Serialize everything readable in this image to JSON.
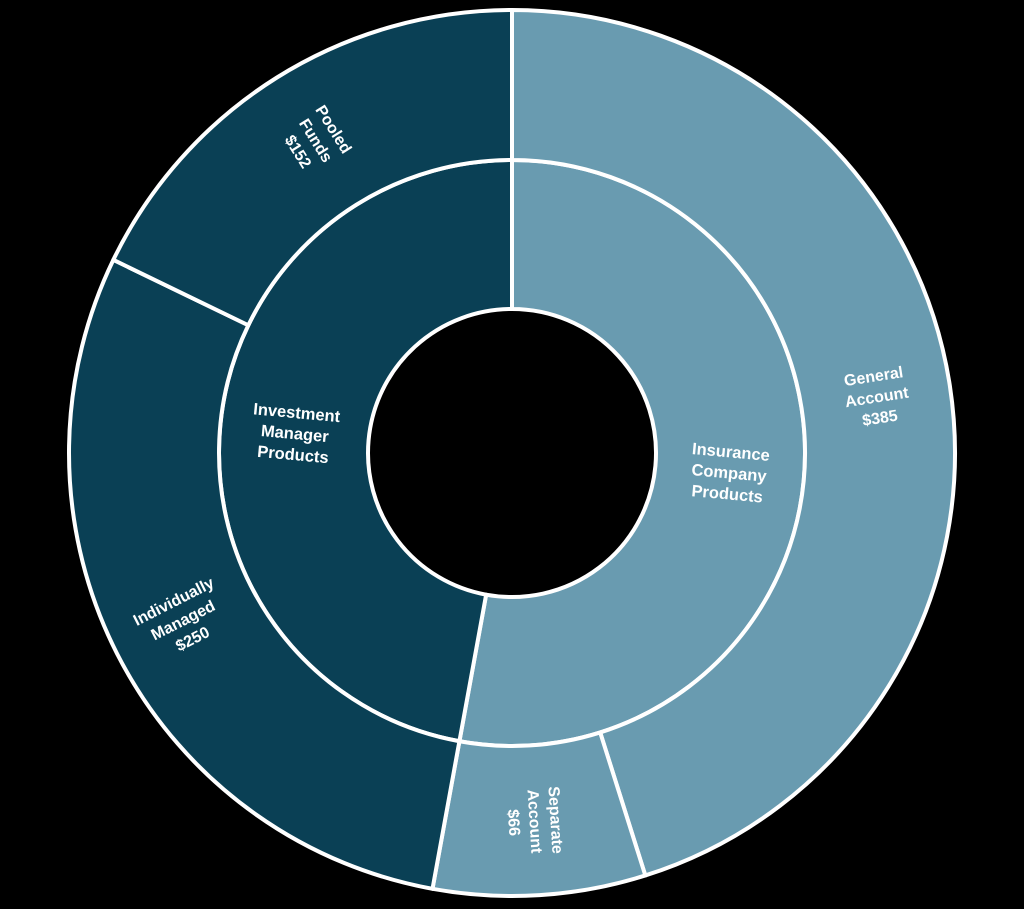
{
  "chart_data": {
    "type": "pie",
    "subtype": "nested-donut-sunburst",
    "background": "#000000",
    "divider_color": "#ffffff",
    "label_color": "#ffffff",
    "total": 853,
    "start_angle": "12-oclock",
    "direction": "clockwise",
    "legend": "none",
    "inner_ring": {
      "name": "product-categories",
      "items": [
        {
          "name": "Insurance Company Products",
          "label_lines": [
            "Insurance",
            "Company",
            "Products"
          ],
          "value": 451,
          "color": "#699bb0"
        },
        {
          "name": "Investment Manager Products",
          "label_lines": [
            "Investment",
            "Manager",
            "Products"
          ],
          "value": 402,
          "color": "#0a4055"
        }
      ]
    },
    "outer_ring": {
      "name": "product-types",
      "items": [
        {
          "name": "General Account",
          "label_lines": [
            "General",
            "Account",
            "$385"
          ],
          "value": 385,
          "display_value": "$385",
          "parent": "Insurance Company Products",
          "color": "#699bb0"
        },
        {
          "name": "Separate Account",
          "label_lines": [
            "Separate",
            "Account",
            "$66"
          ],
          "value": 66,
          "display_value": "$66",
          "parent": "Insurance Company Products",
          "color": "#699bb0"
        },
        {
          "name": "Individually Managed",
          "label_lines": [
            "Individually",
            "Managed",
            "$250"
          ],
          "value": 250,
          "display_value": "$250",
          "parent": "Investment Manager Products",
          "color": "#0a4055"
        },
        {
          "name": "Pooled Funds",
          "label_lines": [
            "Pooled",
            "Funds",
            "$152"
          ],
          "value": 152,
          "display_value": "$152",
          "parent": "Investment Manager Products",
          "color": "#0a4055"
        }
      ]
    }
  }
}
